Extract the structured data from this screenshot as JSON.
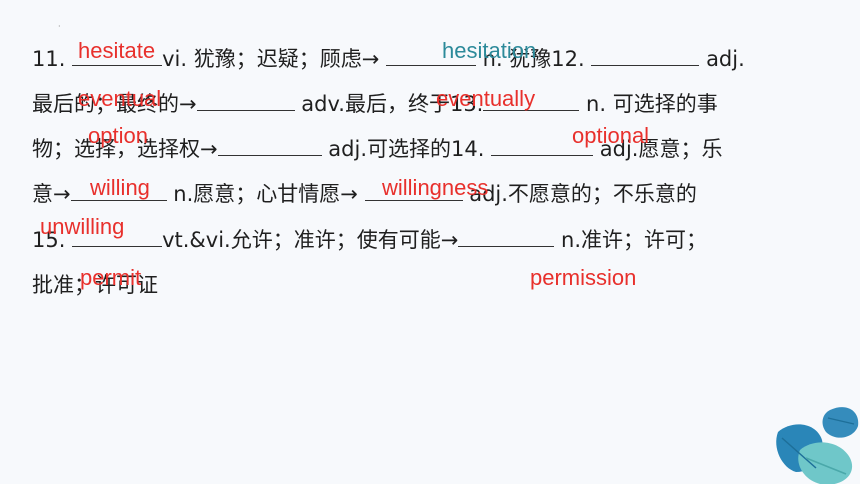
{
  "header": {
    "dot": "·"
  },
  "lines": {
    "l1": {
      "a": "11. ",
      "b": "vi. 犹豫；迟疑；顾虑→ ",
      "c": " n. 犹豫12. ",
      "d": " adj."
    },
    "l2": {
      "a": "最后的；最终的→",
      "b": " adv.最后，终于13.",
      "c": " n. 可选择的事"
    },
    "l3": {
      "a": "物；选择，选择权→",
      "b": " adj.可选择的14. ",
      "c": " adj.愿意；乐"
    },
    "l4": {
      "a": "意→",
      "b": " n.愿意；心甘情愿→ ",
      "c": " adj.不愿意的；不乐意的"
    },
    "l5": {
      "a": "15. ",
      "b": "vt.&vi.允许；准许；使有可能→",
      "c": " n.准许；许可；"
    },
    "l6": {
      "a": "批准；许可证"
    }
  },
  "answers": {
    "hesitate": "hesitate",
    "hesitation": "hesitation",
    "eventual": "eventual",
    "eventually": "eventually",
    "option": "option",
    "optional": "optional",
    "willing": "willing",
    "willingness": "willingness",
    "unwilling": "unwilling",
    "permit": "permit",
    "permission": "permission"
  },
  "colors": {
    "answer_red": "#e8302c",
    "answer_teal": "#2c8a9a",
    "leaf_blue": "#2a86b8",
    "leaf_teal": "#6fc7c9"
  }
}
